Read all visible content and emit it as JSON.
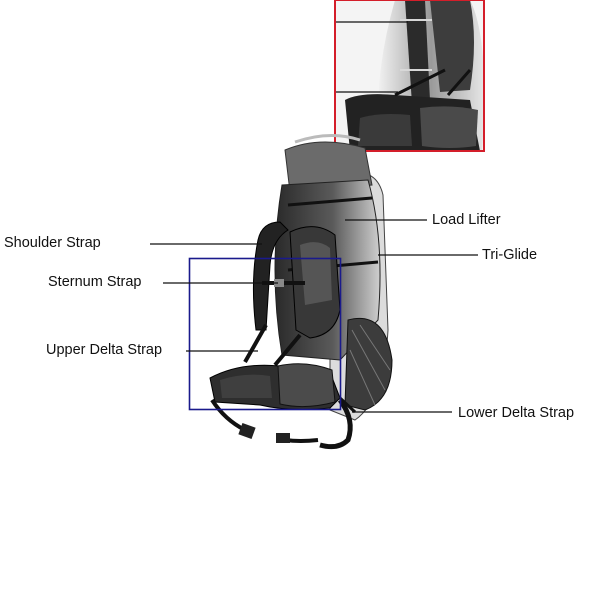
{
  "labels": {
    "shoulder_strap": "Shoulder Strap",
    "sternum_strap": "Sternum Strap",
    "upper_delta_strap": "Upper Delta Strap",
    "load_lifter": "Load Lifter",
    "tri_glide": "Tri-Glide",
    "lower_delta_strap": "Lower Delta Strap"
  },
  "colors": {
    "inset_frame": "#d41e2a",
    "highlight_box": "#1a1a8c",
    "leader_line": "#111111"
  }
}
